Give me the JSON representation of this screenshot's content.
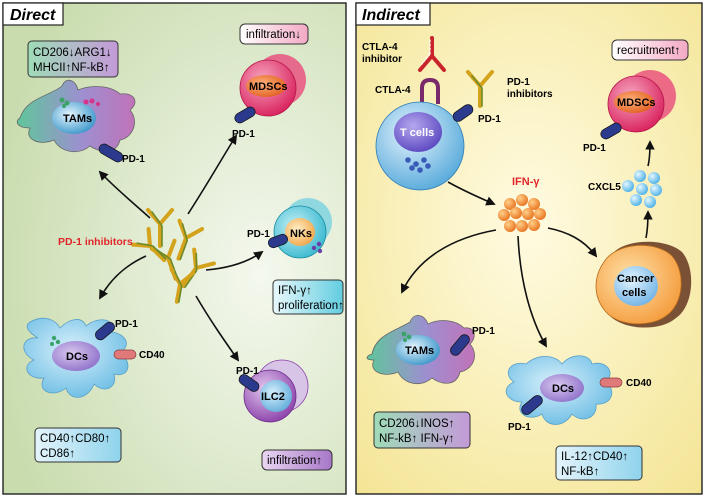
{
  "panels": {
    "direct": {
      "title": "Direct"
    },
    "indirect": {
      "title": "Indirect"
    }
  },
  "direct": {
    "tams_box": {
      "line1": "CD206↓ARG1↓",
      "line2": "MHCII↑NF-kB↑"
    },
    "tams_label": "TAMs",
    "tams_pd1": "PD-1",
    "infiltration_down": "infiltration↓",
    "mdscs_label": "MDSCs",
    "mdscs_pd1": "PD-1",
    "drug_label": "PD-1 inhibitors",
    "nks_label": "NKs",
    "nks_pd1": "PD-1",
    "nk_box": {
      "line1": "IFN-γ↑",
      "line2": "proliferation↑"
    },
    "dcs_label": "DCs",
    "dcs_pd1": "PD-1",
    "dcs_cd40": "CD40",
    "dc_box": {
      "line1": "CD40↑CD80↑",
      "line2": "CD86↑"
    },
    "ilc2_label": "ILC2",
    "ilc2_pd1": "PD-1",
    "infiltration_up": "infiltration↑"
  },
  "indirect": {
    "ctla4_inhibitor": {
      "line1": "CTLA-4",
      "line2": "inhibitor"
    },
    "ctla4": "CTLA-4",
    "pd1_inhibitors": {
      "line1": "PD-1",
      "line2": "inhibitors"
    },
    "tcell_pd1": "PD-1",
    "tcells_label": "T cells",
    "ifn_label": "IFN-γ",
    "recruitment_box": "recruitment↑",
    "mdscs_label": "MDSCs",
    "mdscs_pd1": "PD-1",
    "cxcl5": "CXCL5",
    "cancer_label": {
      "line1": "Cancer",
      "line2": "cells"
    },
    "tams_label": "TAMs",
    "tams_pd1": "PD-1",
    "tams_box": {
      "line1": "CD206↓INOS↑",
      "line2": "NF-kB↑ IFN-γ↑"
    },
    "dcs_label": "DCs",
    "dcs_pd1": "PD-1",
    "dcs_cd40": "CD40",
    "dc_box": {
      "line1": "IL-12↑CD40↑",
      "line2": "NF-kB↑"
    }
  },
  "colors": {
    "drug_label": "#e0262b",
    "ifn_label": "#e0262b",
    "direct_bg": "#e4efd8",
    "indirect_bg": "#faf3bf",
    "pd1_receptor": "#2b3a8c",
    "cd40_receptor": "#e07a7a"
  }
}
